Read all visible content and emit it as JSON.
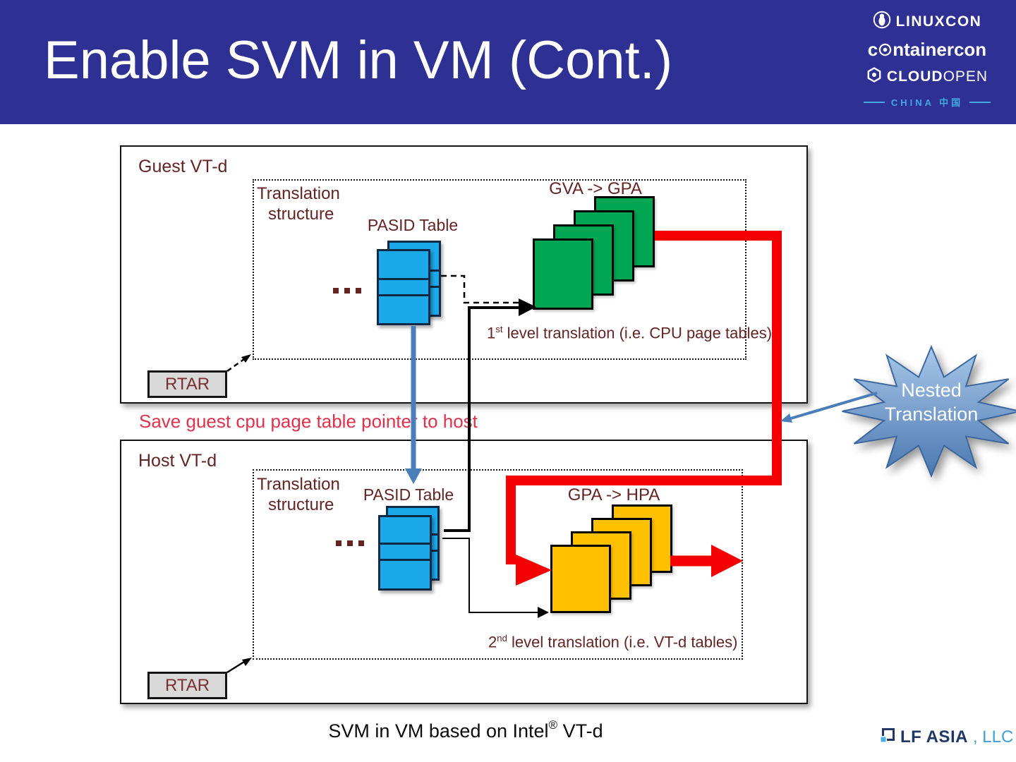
{
  "slide": {
    "title": "Enable SVM in VM (Cont.)",
    "caption": {
      "prefix": "SVM in VM based on Intel",
      "sup": "®",
      "suffix": " VT-d"
    }
  },
  "logos": {
    "linuxcon": "LINUXCON",
    "containercon": {
      "prefix": "c",
      "suffix": "ntainercon"
    },
    "cloudopen": {
      "bold": "CLOUD",
      "light": "OPEN"
    },
    "china": "CHINA 中国",
    "lf_asia": {
      "bold": "LF ASIA",
      "light": ", LLC"
    }
  },
  "guest": {
    "label": "Guest VT-d",
    "structure_line1": "Translation",
    "structure_line2": "structure",
    "pasid_label": "PASID Table",
    "ellipsis": "...",
    "mapping_label": "GVA -> GPA",
    "level_num": "1",
    "level_sup": "st",
    "level_rest": " level translation (i.e. CPU page tables)",
    "rtar_label": "RTAR"
  },
  "host": {
    "label": "Host VT-d",
    "structure_line1": "Translation",
    "structure_line2": "structure",
    "pasid_label": "PASID Table",
    "ellipsis": "...",
    "mapping_label": "GPA -> HPA",
    "level_num": "2",
    "level_sup": "nd",
    "level_rest": " level translation (i.e. VT-d tables)",
    "rtar_label": "RTAR"
  },
  "notes": {
    "save_pointer": "Save guest cpu page table pointer to host"
  },
  "callout": {
    "line1": "Nested",
    "line2": "Translation"
  },
  "colors": {
    "banner": "#2E3193",
    "label_maroon": "#632423",
    "note_red": "#E0314B",
    "arrow_red": "#F40000",
    "table_blue": "#1CA9EA",
    "table_green": "#00A651",
    "table_orange": "#FFC000",
    "connector_blue": "#4A7EBB",
    "china_blue": "#3FA9E0",
    "lf_navy": "#1F3864",
    "lf_blue": "#41A0D8",
    "rtar_gray": "#D9D9D9"
  }
}
